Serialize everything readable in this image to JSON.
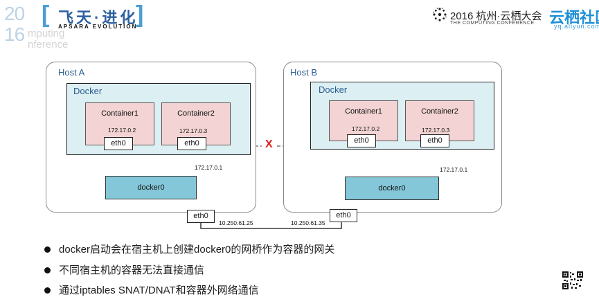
{
  "header": {
    "year_top": "20",
    "year_bottom": "16",
    "cn_title": "飞天·进化",
    "apsara_tag": "APSARA EVOLUTION",
    "computing": "mputing",
    "conference": "nference",
    "conf_name": "2016 杭州·云栖大会",
    "conf_en": "THE COMPUTING CONFERENCE",
    "yq_title": "云栖社区",
    "yq_url": "yq.aliyun.com"
  },
  "diagram": {
    "host_a": {
      "label": "Host A",
      "docker_label": "Docker",
      "container1": {
        "name": "Container1",
        "ip": "172.17.0.2",
        "eth": "eth0"
      },
      "container2": {
        "name": "Container2",
        "ip": "172.17.0.3",
        "eth": "eth0"
      },
      "bridge_ip": "172.17.0.1",
      "bridge": "docker0",
      "host_eth": "eth0",
      "host_ip": "10.250.61.25"
    },
    "host_b": {
      "label": "Host B",
      "docker_label": "Docker",
      "container1": {
        "name": "Container1",
        "ip": "172.17.0.2",
        "eth": "eth0"
      },
      "container2": {
        "name": "Container2",
        "ip": "172.17.0.3",
        "eth": "eth0"
      },
      "bridge_ip": "172.17.0.1",
      "bridge": "docker0",
      "host_eth": "eth0",
      "host_ip": "10.250.61.35"
    },
    "blocked_mark": "X"
  },
  "bullets": [
    "docker启动会在宿主机上创建docker0的网桥作为容器的网关",
    "不同宿主机的容器无法直接通信",
    "通过iptables SNAT/DNAT和容器外网络通信"
  ],
  "colors": {
    "accent": "#2a5d92",
    "docker_bg": "#dceff3",
    "container_bg": "#f3d3d3",
    "bridge_bg": "#84c7d8",
    "blocked": "#e02020"
  }
}
